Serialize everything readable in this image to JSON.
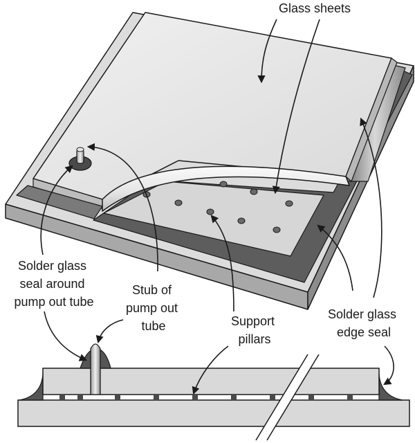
{
  "labels": {
    "glass_sheets": "Glass sheets",
    "solder_seal_tube": [
      "Solder glass",
      "seal around",
      "pump out tube"
    ],
    "stub_tube": [
      "Stub of",
      "pump out",
      "tube"
    ],
    "support_pillars": [
      "Support",
      "pillars"
    ],
    "edge_seal": [
      "Solder glass",
      "edge seal"
    ]
  }
}
